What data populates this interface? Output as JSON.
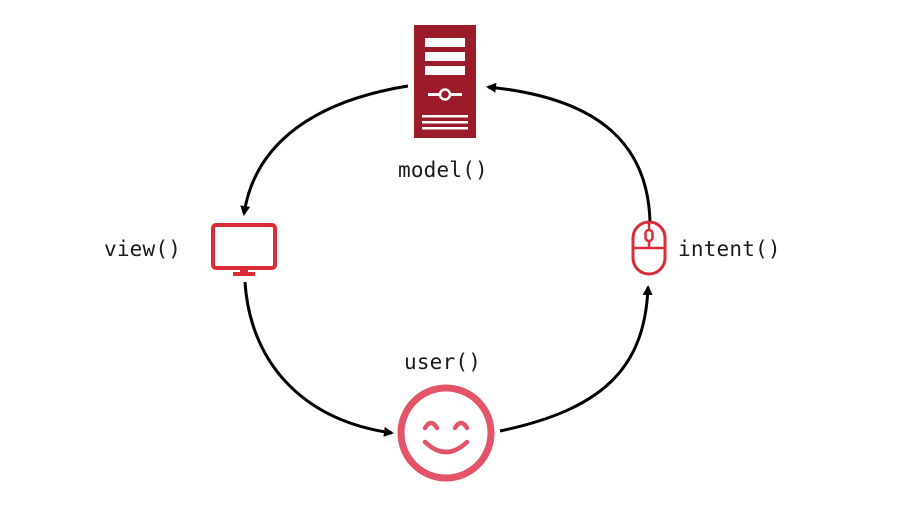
{
  "nodes": {
    "model": {
      "label": "model()",
      "icon": "server-tower-icon",
      "color": "#9b1b2a"
    },
    "view": {
      "label": "view()",
      "icon": "monitor-icon",
      "color": "#dc2a37"
    },
    "intent": {
      "label": "intent()",
      "icon": "mouse-icon",
      "color": "#dc2a37"
    },
    "user": {
      "label": "user()",
      "icon": "smiley-face-icon",
      "color": "#e35468"
    }
  },
  "edges": [
    {
      "from": "model",
      "to": "view"
    },
    {
      "from": "view",
      "to": "user"
    },
    {
      "from": "user",
      "to": "intent"
    },
    {
      "from": "intent",
      "to": "model"
    }
  ],
  "colors": {
    "arrow": "#000000",
    "background": "#ffffff"
  }
}
